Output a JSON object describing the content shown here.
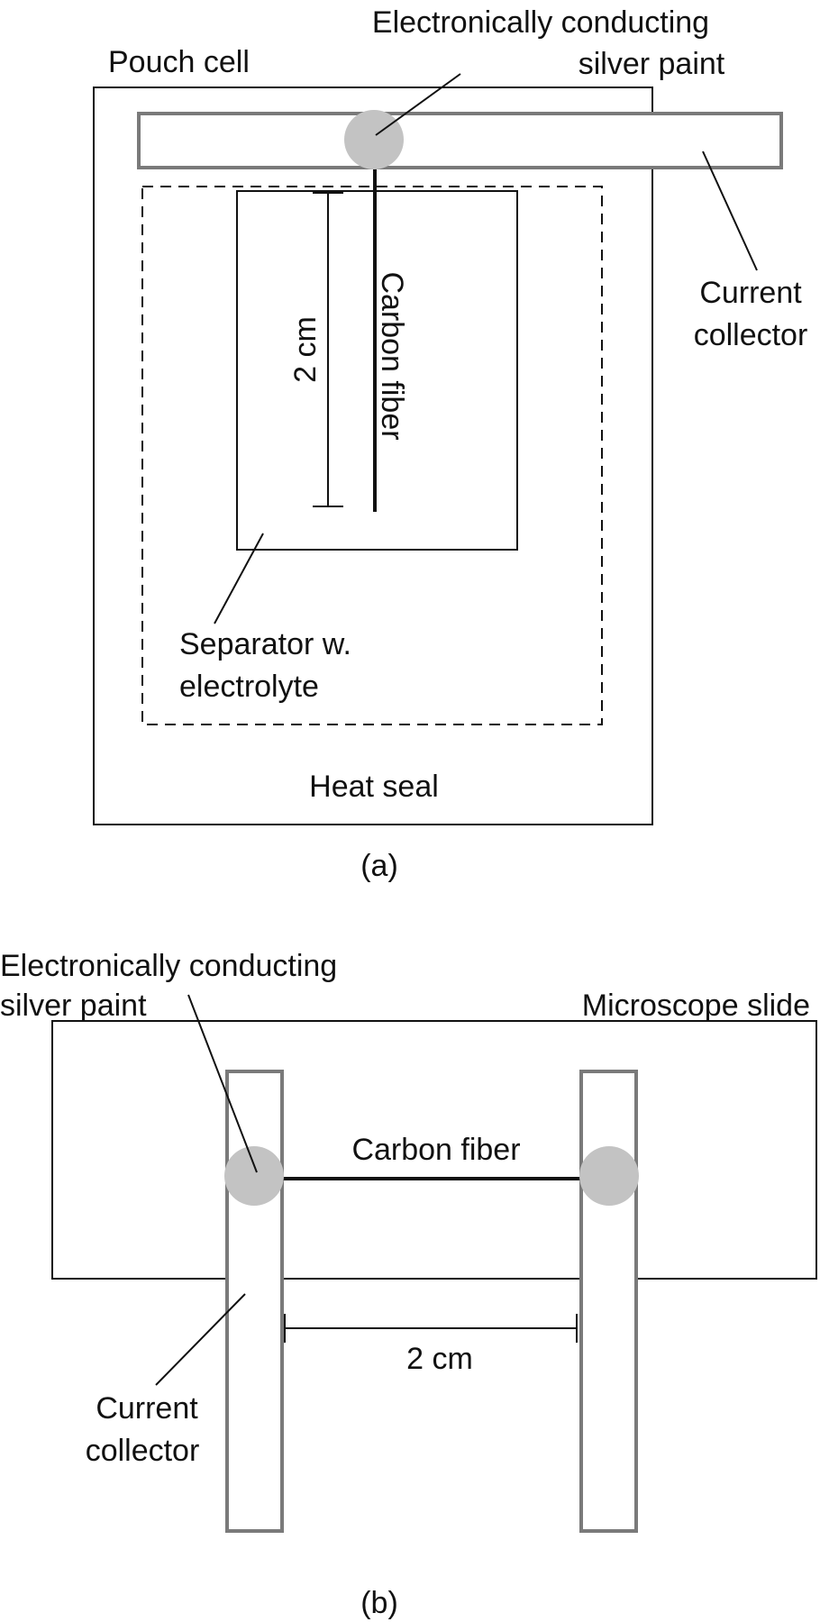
{
  "colors": {
    "outline": "#111111",
    "collector_stroke": "#7a7a7a",
    "paint_fill": "#c3c3c3",
    "fiber": "#111111",
    "background": "#ffffff"
  },
  "panel_a": {
    "silver_paint_label_line1": "Electronically conducting",
    "silver_paint_label_line2": "silver paint",
    "pouch_cell_label": "Pouch cell",
    "current_collector_label_line1": "Current",
    "current_collector_label_line2": "collector",
    "carbon_fiber_label": "Carbon fiber",
    "dimension_label": "2 cm",
    "separator_label_line1": "Separator w.",
    "separator_label_line2": "electrolyte",
    "heat_seal_label": "Heat seal",
    "caption": "(a)"
  },
  "panel_b": {
    "silver_paint_label_line1": "Electronically conducting",
    "silver_paint_label_line2": "silver paint",
    "microscope_slide_label": "Microscope slide",
    "carbon_fiber_label": "Carbon fiber",
    "dimension_label": "2 cm",
    "current_collector_label_line1": "Current",
    "current_collector_label_line2": "collector",
    "caption": "(b)"
  }
}
